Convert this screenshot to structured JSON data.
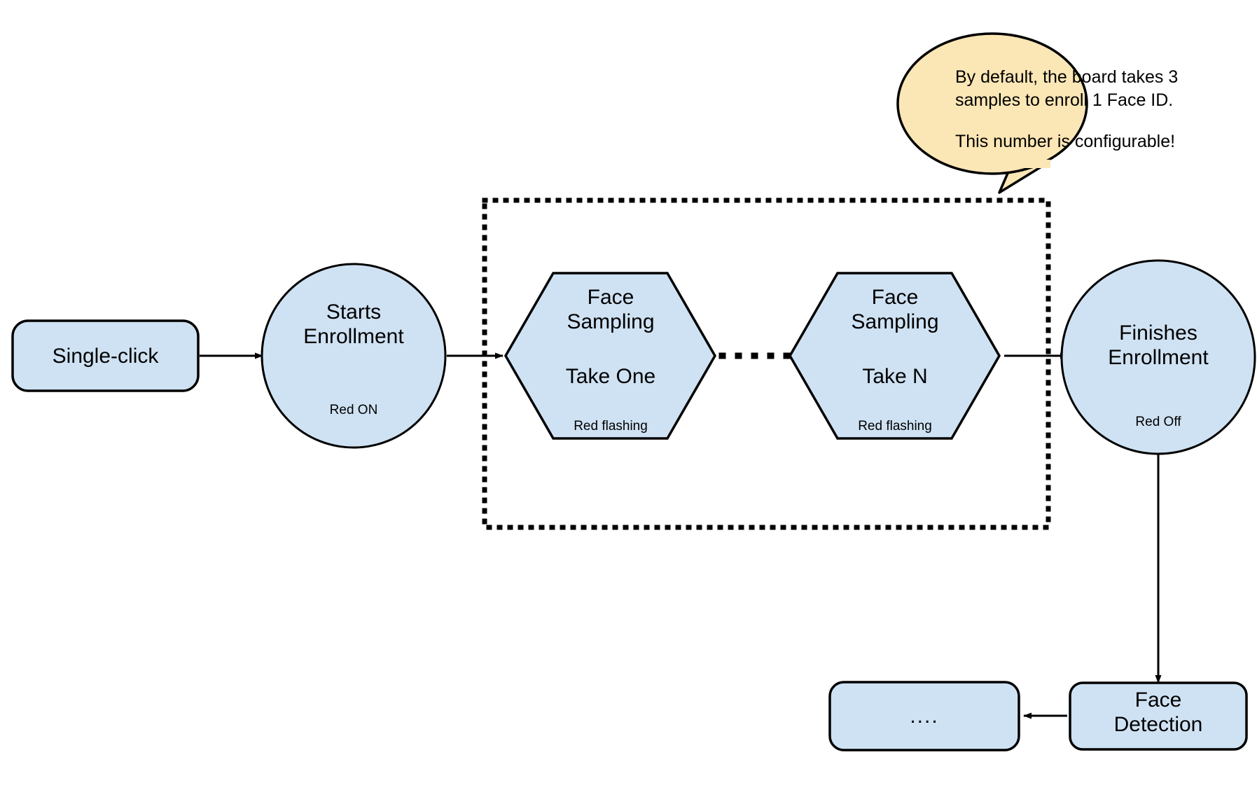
{
  "diagram": {
    "title": "Face ID Enrollment Flow",
    "colors": {
      "node_fill": "#cfe2f3",
      "node_stroke": "#000000",
      "callout_fill": "#fbe6b5",
      "callout_stroke": "#000000",
      "background": "#ffffff",
      "text": "#000000"
    },
    "nodes": {
      "single_click": {
        "label": "Single-click",
        "shape": "rounded-rect"
      },
      "starts_enrollment": {
        "label": "Starts\nEnrollment",
        "status": "Red ON",
        "shape": "circle"
      },
      "face_sampling_one": {
        "label": "Face\nSampling",
        "take": "Take One",
        "status": "Red flashing",
        "shape": "hexagon"
      },
      "face_sampling_n": {
        "label": "Face\nSampling",
        "take": "Take N",
        "status": "Red flashing",
        "shape": "hexagon"
      },
      "finishes_enrollment": {
        "label": "Finishes\nEnrollment",
        "status": "Red Off",
        "shape": "circle"
      },
      "face_detection": {
        "label": "Face\nDetection",
        "shape": "rounded-rect"
      },
      "ellipsis_box": {
        "label": "....",
        "shape": "rounded-rect"
      }
    },
    "callout": {
      "line_1": "By default, the board takes 3",
      "line_2": "samples to enroll 1 Face ID.",
      "line_3": "This number is configurable!",
      "shape": "speech-balloon-ellipse"
    },
    "group_box": {
      "style": "dotted",
      "description": "sampling repetition group"
    },
    "connectors": [
      {
        "from": "single_click",
        "to": "starts_enrollment",
        "type": "arrow"
      },
      {
        "from": "starts_enrollment",
        "to": "face_sampling_one",
        "type": "arrow"
      },
      {
        "from": "face_sampling_one",
        "to": "face_sampling_n",
        "type": "dotted"
      },
      {
        "from": "face_sampling_n",
        "to": "finishes_enrollment",
        "type": "arrow"
      },
      {
        "from": "finishes_enrollment",
        "to": "face_detection",
        "type": "arrow"
      },
      {
        "from": "face_detection",
        "to": "ellipsis_box",
        "type": "arrow"
      }
    ]
  }
}
